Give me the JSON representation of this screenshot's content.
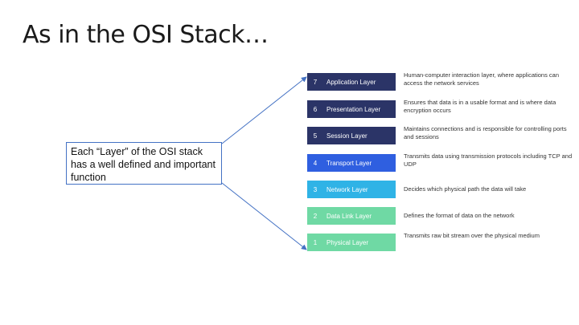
{
  "slide": {
    "title": "As in the OSI Stack…",
    "callout": "Each “Layer” of the OSI stack has a well defined and important function"
  },
  "layers": [
    {
      "number": "7",
      "name": "Application Layer",
      "description": "Human-computer interaction layer, where applications can access the network services",
      "color": "#2b3467"
    },
    {
      "number": "6",
      "name": "Presentation Layer",
      "description": "Ensures that data is in a usable format and is where data encryption occurs",
      "color": "#2b3467"
    },
    {
      "number": "5",
      "name": "Session Layer",
      "description": "Maintains connections and is responsible for controlling ports and sessions",
      "color": "#2b3467"
    },
    {
      "number": "4",
      "name": "Transport Layer",
      "description": "Transmits data using transmission protocols including TCP and UDP",
      "color": "#2f5fe0"
    },
    {
      "number": "3",
      "name": "Network Layer",
      "description": "Decides which physical path the data will take",
      "color": "#2fb3e6"
    },
    {
      "number": "2",
      "name": "Data Link Layer",
      "description": "Defines the format of data on the network",
      "color": "#6fd9a4"
    },
    {
      "number": "1",
      "name": "Physical Layer",
      "description": "Transmits raw bit stream over the physical medium",
      "color": "#6fd9a4"
    }
  ],
  "colors": {
    "connector": "#4472c4"
  }
}
